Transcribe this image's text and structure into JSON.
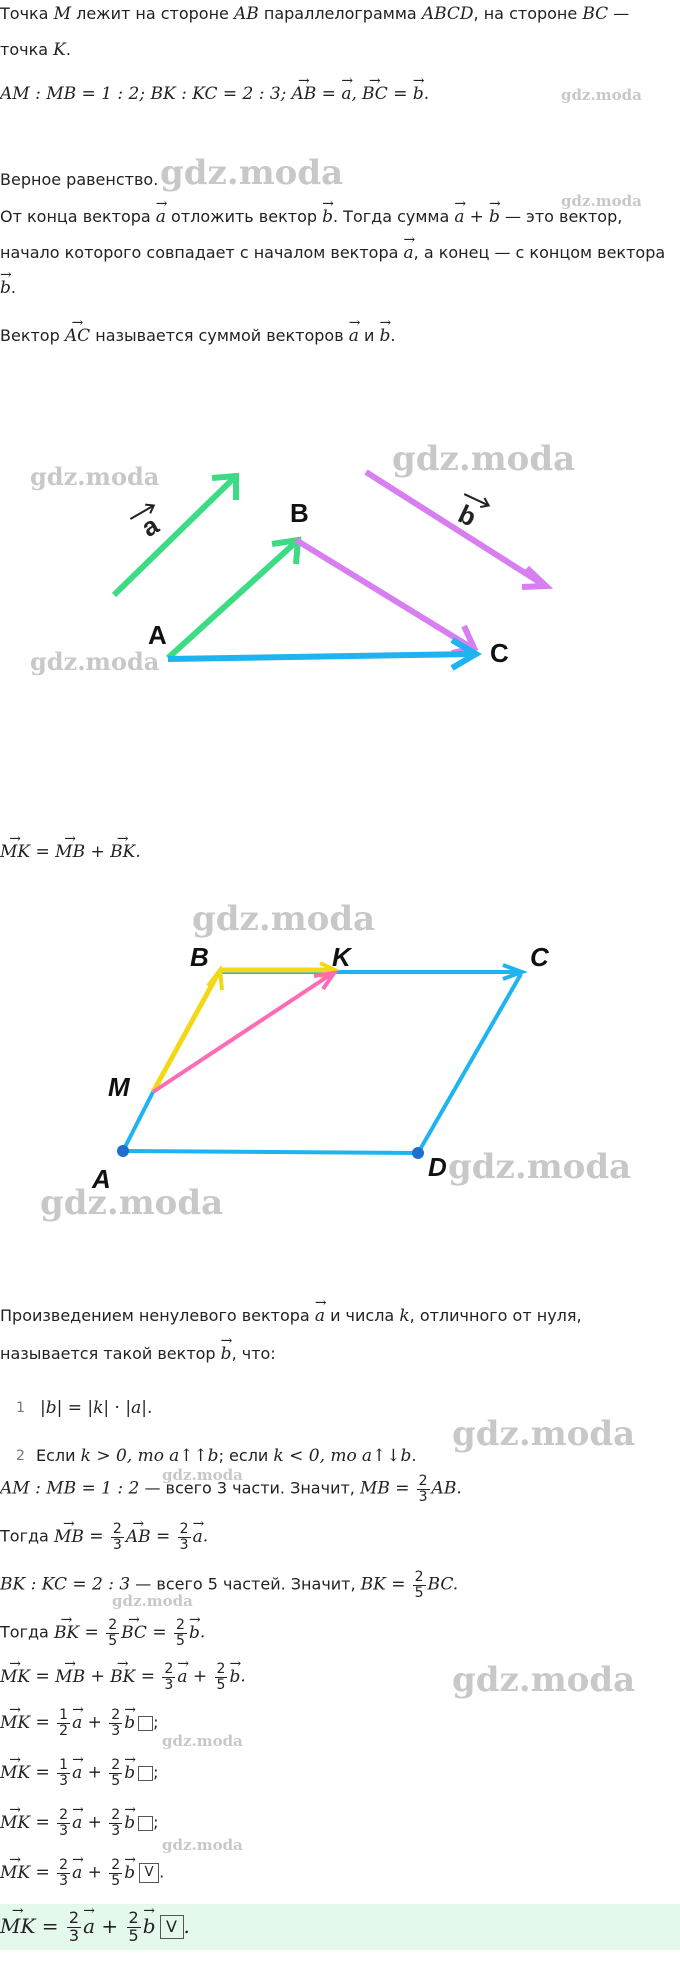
{
  "problem": {
    "line1_a": "Точка",
    "M": "M",
    "line1_b": "лежит на стороне",
    "AB": "AB",
    "line1_c": "параллелограмма",
    "ABCD": "ABCD",
    "line1_d": ", на стороне",
    "BC": "BC",
    "line1_e": "—",
    "line2_a": "точка",
    "K": "K",
    "line2_b": ".",
    "cond": "AM : MB = 1 : 2; BK : KC = 2 : 3;",
    "AB_vec": "AB",
    "eq1": " = ",
    "a_vec": "a",
    "comma": ",",
    "BC_vec": "BC",
    "eq2": " = ",
    "b_vec": "b",
    "dot": "."
  },
  "watermark": "gdz.moda",
  "theory": {
    "correct_eq": "Верное равенство.",
    "rule1_a": "От конца вектора",
    "rule1_b": "отложить вектор",
    "rule1_c": ". Тогда сумма",
    "rule1_d": "— это вектор,",
    "rule2_a": "начало которого совпадает с началом вектора",
    "rule2_b": ", а конец — с концом вектора",
    "rule3": ".",
    "sum_a": "Вектор",
    "sum_b": "называется суммой векторов",
    "sum_c": "и",
    "a": "a",
    "b": "b",
    "plus": "+",
    "AC": "AC"
  },
  "diagram1": {
    "labels": {
      "A": "A",
      "B": "B",
      "C": "C",
      "a": "a",
      "b": "b"
    },
    "colors": {
      "green": "#3ddc84",
      "violet": "#d77ef0",
      "blue": "#1fb3f0"
    }
  },
  "formula_mk": {
    "MK": "MK",
    "eq": " = ",
    "MB": "MB",
    "plus": " + ",
    "BK": "BK",
    "dot": "."
  },
  "diagram2": {
    "labels": {
      "A": "A",
      "B": "B",
      "C": "C",
      "D": "D",
      "K": "K",
      "M": "M"
    },
    "colors": {
      "blue": "#1fb3f0",
      "yellow": "#f3d81a",
      "pink": "#ff6bb5",
      "dark": "#1f6fd1"
    }
  },
  "product": {
    "line1_a": "Произведением ненулевого вектора",
    "line1_b": "и числа",
    "line1_c": ", отличного от нуля,",
    "line2_a": "называется такой вектор",
    "line2_b": ", что:",
    "k": "k",
    "items": [
      {
        "num": "1",
        "text": "|b| = |k| · |a|."
      },
      {
        "num": "2",
        "a": "Если",
        "b": "k > 0, то",
        "c": "a↑↑b",
        "d": "; если",
        "e": "k < 0, то",
        "f": "a↑↓b",
        "g": "."
      }
    ]
  },
  "solution": {
    "s1_a": "AM : MB = 1 : 2",
    "s1_b": "— всего 3 части. Значит,",
    "s1_c": "MB =",
    "s1_num": "2",
    "s1_den": "3",
    "s1_d": "AB.",
    "s2_a": "Тогда",
    "s2_b": " = ",
    "s2_num": "2",
    "s2_den": "3",
    "s2_c": " = ",
    "s2_num2": "2",
    "s2_den2": "3",
    "s2_d": ".",
    "s3_a": "BK : KC = 2 : 3",
    "s3_b": "— всего 5 частей. Значит,",
    "s3_c": "BK =",
    "s3_num": "2",
    "s3_den": "5",
    "s3_d": "BC.",
    "s4_a": "Тогда",
    "s4_b": " = ",
    "s4_num": "2",
    "s4_den": "5",
    "s4_c": " = ",
    "s4_num2": "2",
    "s4_den2": "5",
    "s4_d": ".",
    "s5": {
      "eq": " = ",
      "plus": " + ",
      "num1": "2",
      "den1": "3",
      "num2": "2",
      "den2": "5",
      "d": "."
    }
  },
  "options": [
    {
      "n1": "1",
      "d1": "2",
      "n2": "2",
      "d2": "3",
      "mark": "",
      "end": ";"
    },
    {
      "n1": "1",
      "d1": "3",
      "n2": "2",
      "d2": "5",
      "mark": "",
      "end": ";"
    },
    {
      "n1": "2",
      "d1": "3",
      "n2": "2",
      "d2": "3",
      "mark": "",
      "end": ";"
    },
    {
      "n1": "2",
      "d1": "3",
      "n2": "2",
      "d2": "5",
      "mark": "V",
      "end": "."
    }
  ],
  "answer": {
    "n1": "2",
    "d1": "3",
    "n2": "2",
    "d2": "5",
    "mark": "V",
    "end": "."
  }
}
